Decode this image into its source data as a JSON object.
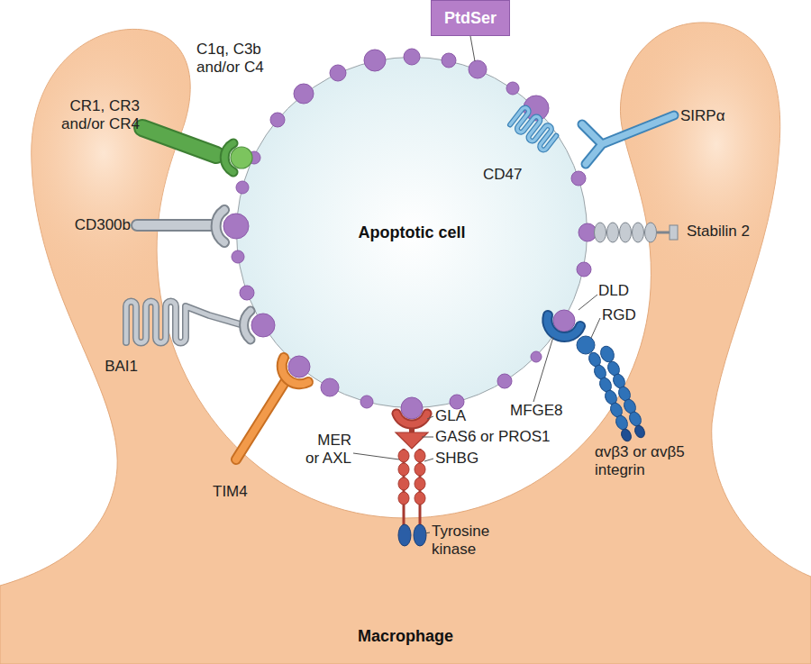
{
  "diagram": {
    "nodes": [
      {
        "text": [
          "PtdSer"
        ]
      },
      {
        "text": [
          "Apoptotic cell"
        ]
      },
      {
        "text": [
          "Macrophage"
        ]
      }
    ],
    "labels": [
      "C1q, C3b and/or C4",
      "CR1, CR3 and/or CR4",
      "SIRPα",
      "CD47",
      "CD300b",
      "Stabilin 2",
      "DLD",
      "RGD",
      "BAI1",
      "MFGE8",
      "GLA",
      "GAS6 or PROS1",
      "MER or AXL",
      "SHBG",
      "TIM4",
      "αvβ3 or αvβ5 integrin",
      "Tyrosine kinase"
    ]
  }
}
